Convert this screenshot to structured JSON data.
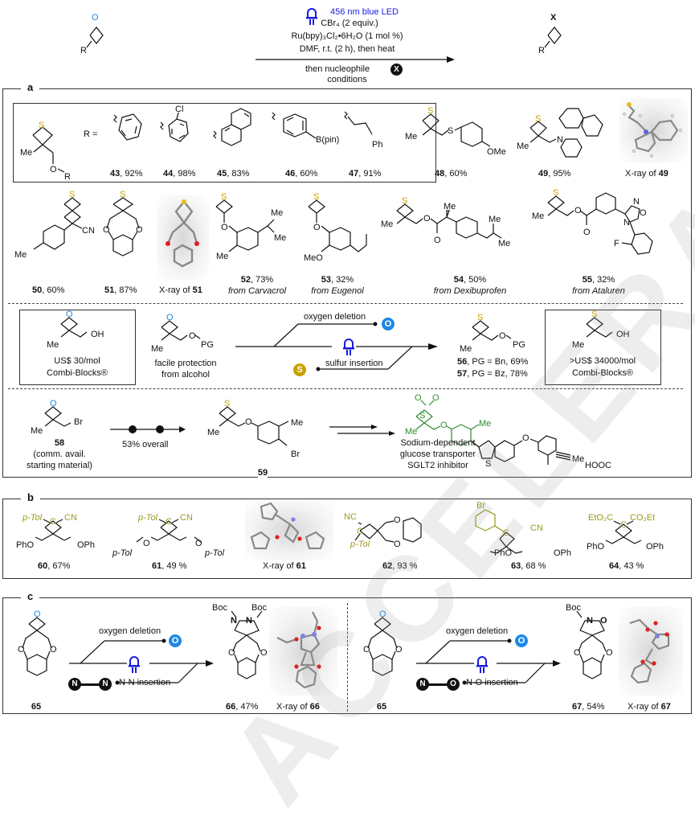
{
  "header": {
    "led_label": "456 nm blue LED",
    "reagent_1": "CBr₄ (2 equiv.)",
    "reagent_2": "Ru(bpy)₃Cl₂•6H₂O (1 mol %)",
    "reagent_3": "DMF, r.t. (2 h), then heat",
    "below_arrow_1": "then nucleophile",
    "below_arrow_2": "conditions",
    "nucleophile_badge": "X",
    "start_atom": "O",
    "start_r": "R",
    "product_atom": "X",
    "product_r": "R"
  },
  "panel_a": {
    "tag": "a",
    "series_box": {
      "core_me": "Me",
      "core_o": "O",
      "core_r": "R",
      "r_equals": "R =",
      "cl_label": "Cl",
      "bpin_label": "B(pin)",
      "ph_label": "Ph",
      "compounds": [
        {
          "id": "43",
          "yield": ", 92%"
        },
        {
          "id": "44",
          "yield": ", 98%"
        },
        {
          "id": "45",
          "yield": ", 83%"
        },
        {
          "id": "46",
          "yield": ", 60%"
        },
        {
          "id": "47",
          "yield": ", 91%"
        }
      ]
    },
    "row1": [
      {
        "id": "48",
        "yield": ", 60%",
        "labels": [
          "Me",
          "S",
          "OMe"
        ]
      },
      {
        "id": "49",
        "yield": ", 95%",
        "labels": [
          "Me",
          "N"
        ]
      },
      {
        "xray_prefix": "X-ray of ",
        "id": "49"
      }
    ],
    "row2": [
      {
        "id": "50",
        "yield": ", 60%",
        "labels": [
          "Me",
          "CN"
        ]
      },
      {
        "id": "51",
        "yield": ", 87%",
        "labels": [
          "O",
          "O"
        ]
      },
      {
        "xray_prefix": "X-ray of ",
        "id": "51"
      },
      {
        "id": "52",
        "yield": ", 73%",
        "source": "from Carvacrol",
        "labels": [
          "O",
          "Me",
          "Me",
          "Me"
        ]
      },
      {
        "id": "53",
        "yield": ", 32%",
        "source": "from Eugenol",
        "labels": [
          "O",
          "MeO"
        ]
      },
      {
        "id": "54",
        "yield": ", 50%",
        "source": "from Dexibuprofen",
        "labels": [
          "Me",
          "O",
          "O",
          "Me",
          "Me",
          "Me"
        ]
      },
      {
        "id": "55",
        "yield": ", 32%",
        "source": "from Ataluren",
        "labels": [
          "Me",
          "O",
          "O",
          "N",
          "O",
          "N",
          "F"
        ]
      }
    ],
    "deletion_row": {
      "cheap_box": {
        "me": "Me",
        "oh": "OH",
        "price": "US$ 30/mol",
        "vendor": "Combi-Blocks®"
      },
      "protected": {
        "me": "Me",
        "o": "O",
        "pg": "PG",
        "note_1": "facile protection",
        "note_2": "from alcohol"
      },
      "oxygen_deletion": "oxygen deletion",
      "sulfur_insertion": "sulfur insertion",
      "o_badge": "O",
      "s_badge": "S",
      "product": {
        "me": "Me",
        "o": "O",
        "pg": "PG",
        "line_56_id": "56",
        "line_56": ", PG = Bn, 69%",
        "line_57_id": "57",
        "line_57": ", PG = Bz, 78%"
      },
      "expensive_box": {
        "me": "Me",
        "oh": "OH",
        "price": ">US$ 34000/mol",
        "vendor": "Combi-Blocks®"
      }
    },
    "sglt2_row": {
      "sm_id": "58",
      "sm_me": "Me",
      "sm_br": "Br",
      "sm_note_1": "(comm. avail.",
      "sm_note_2": "starting material)",
      "steps_yield": "53% overall",
      "int_id": "59",
      "int_labels": {
        "me": "Me",
        "o": "O",
        "me2": "Me",
        "br": "Br"
      },
      "drug_labels": {
        "o1": "O",
        "o2": "O",
        "s": "S",
        "me": "Me",
        "o3": "O",
        "me2": "Me",
        "o4": "O",
        "s2": "S",
        "me3": "Me",
        "cooh": "HOOC"
      },
      "drug_name_1": "Sodium-dependent",
      "drug_name_2": "glucose transporter",
      "drug_name_3": "SGLT2 inhibitor"
    }
  },
  "panel_b": {
    "tag": "b",
    "compounds": [
      {
        "id": "60",
        "yield": ", 67%",
        "labels": [
          "p-Tol",
          "CN",
          "C",
          "PhO",
          "OPh"
        ]
      },
      {
        "id": "61",
        "yield": ", 49 %",
        "labels": [
          "p-Tol",
          "CN",
          "C",
          "p-Tol",
          "O",
          "O",
          "p-Tol"
        ]
      },
      {
        "xray_prefix": "X-ray of ",
        "id": "61"
      },
      {
        "id": "62",
        "yield": ", 93 %",
        "labels": [
          "NC",
          "C",
          "p-Tol",
          "O",
          "O"
        ]
      },
      {
        "id": "63",
        "yield": ", 68 %",
        "labels": [
          "Br",
          "C",
          "CN",
          "PhO",
          "OPh"
        ]
      },
      {
        "id": "64",
        "yield": ", 43 %",
        "labels": [
          "EtO₂C",
          "C",
          "CO₂Et",
          "PhO",
          "OPh"
        ]
      }
    ]
  },
  "panel_c": {
    "tag": "c",
    "left": {
      "sm_id": "65",
      "oxygen_deletion": "oxygen deletion",
      "insertion": "N-N insertion",
      "badge_1": "N",
      "badge_2": "N",
      "o_badge": "O",
      "product_id": "66",
      "product_yield": ", 47%",
      "boc_1": "Boc",
      "boc_2": "Boc",
      "n_1": "N",
      "n_2": "N",
      "xray_prefix": "X-ray of ",
      "xray_id": "66"
    },
    "right": {
      "sm_id": "65",
      "oxygen_deletion": "oxygen deletion",
      "insertion": "N-O insertion",
      "badge_1": "N",
      "badge_2": "O",
      "o_badge": "O",
      "product_id": "67",
      "product_yield": ", 54%",
      "boc": "Boc",
      "n": "N",
      "o": "O",
      "xray_prefix": "X-ray of ",
      "xray_id": "67"
    }
  },
  "watermark": "ACCELERATED ARTICLE PREVIEW",
  "colors": {
    "sulfur": "#c9a000",
    "oxygen": "#1e88e5",
    "led_blue": "#1a1ae0",
    "drug_green": "#2e8b2e",
    "carbon_highlight": "#9a9a1c"
  }
}
